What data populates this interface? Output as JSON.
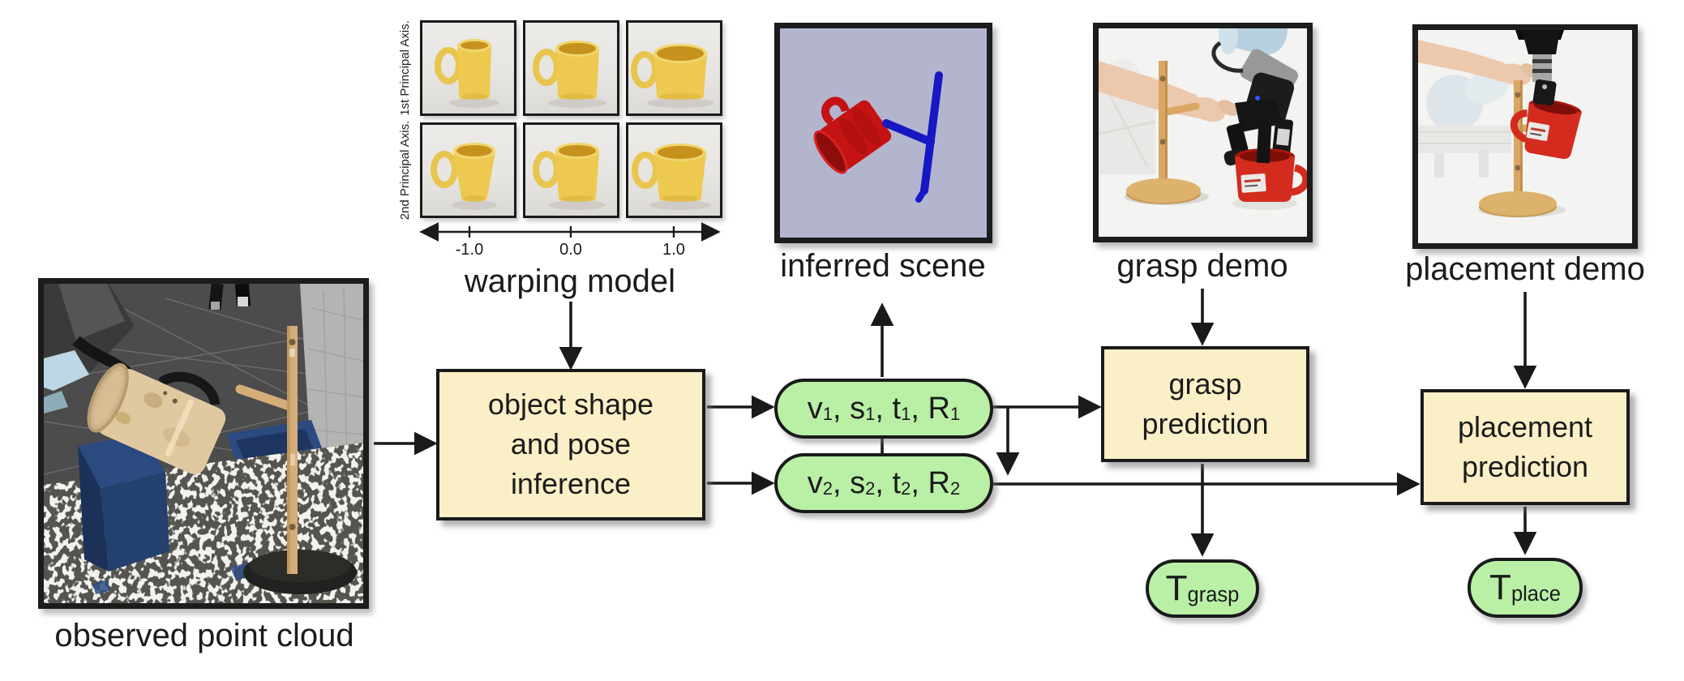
{
  "figure": {
    "observed": {
      "caption": "observed point cloud"
    },
    "warping": {
      "caption": "warping model",
      "row_labels": [
        "1st Principal Axis.",
        "2nd Principal Axis."
      ],
      "ticks": [
        "-1.0",
        "0.0",
        "1.0"
      ]
    },
    "inferred": {
      "caption": "inferred scene"
    },
    "grasp_demo": {
      "caption": "grasp demo"
    },
    "placement_demo": {
      "caption": "placement demo"
    },
    "boxes": {
      "shape_pose": [
        "object shape",
        "and pose",
        "inference"
      ],
      "grasp": [
        "grasp",
        "prediction"
      ],
      "placement": [
        "placement",
        "prediction"
      ]
    },
    "pills": {
      "params1": [
        [
          "v",
          "1"
        ],
        [
          "s",
          "1"
        ],
        [
          "t",
          "1"
        ],
        [
          "R",
          "1"
        ]
      ],
      "params2": [
        [
          "v",
          "2"
        ],
        [
          "s",
          "2"
        ],
        [
          "t",
          "2"
        ],
        [
          "R",
          "2"
        ]
      ],
      "t_grasp": [
        [
          "T",
          "grasp"
        ]
      ],
      "t_place": [
        [
          "T",
          "place"
        ]
      ]
    },
    "colors": {
      "box_fill": "#fbefc7",
      "pill_fill": "#b9f0a6",
      "scene_bg": "#b3b5cf",
      "outline": "#1a1a1a",
      "mug_yellow": "#edca4f",
      "mug_red": "#d42b1f",
      "rack_blue": "#1717c4",
      "wood": "#d9a761"
    }
  }
}
